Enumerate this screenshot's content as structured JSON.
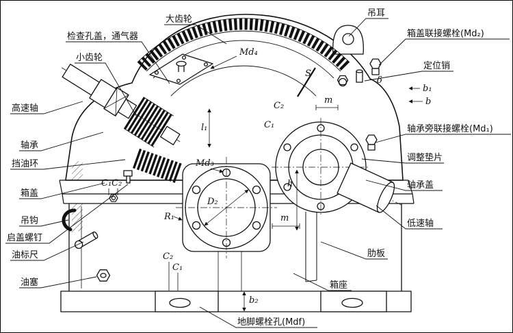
{
  "colors": {
    "ink": "#111111",
    "paper": "#ffffff"
  },
  "callouts": {
    "inspection_cover": "检查孔盖，通气器",
    "small_gear": "小齿轮",
    "big_gear": "大齿轮",
    "high_speed_shaft": "高速轴",
    "bearing": "轴承",
    "oil_ring": "挡油环",
    "box_cover": "箱盖",
    "hook": "吊钩",
    "cover_screw": "启盖螺钉",
    "oil_dipstick": "油标尺",
    "oil_plug": "油塞",
    "lifting_lug": "吊耳",
    "cover_bolt": "箱盖联接螺栓(Md₂)",
    "locating_pin": "定位销",
    "bearing_side_bolt": "轴承旁联接螺栓(Md₁)",
    "adjusting_shim": "调整垫片",
    "bearing_cover": "轴承盖",
    "low_speed_shaft": "低速轴",
    "rib_plate": "肋板",
    "box_base": "箱座",
    "anchor_bolt_hole": "地脚螺栓孔(Mdf)"
  },
  "dims": {
    "md4": "Md₄",
    "md3": "Md₃",
    "s": "S",
    "m_top": "m",
    "m_mid": "m",
    "c2_top": "C₂",
    "c1_top": "C₁",
    "l1": "l₁",
    "c1c2_left": "C₁C₂",
    "r1": "R₁",
    "d2": "D₂",
    "h": "h",
    "c2_bottom": "C₂",
    "c1_bottom": "C₁",
    "b1": "b₁",
    "b": "b",
    "b2": "b₂",
    "delta": "δ"
  }
}
